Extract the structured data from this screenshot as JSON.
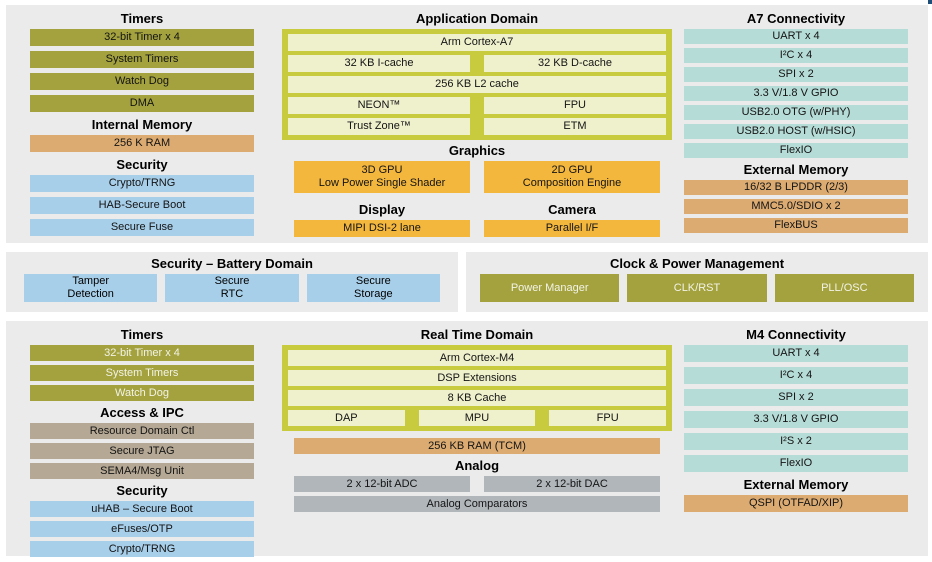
{
  "colors": {
    "panel_bg": "#ebebeb",
    "olive": "#a3a23e",
    "tan": "#dcab72",
    "light_blue": "#a8cfea",
    "teal": "#b6dcd7",
    "container_green": "#c9cb3e",
    "pale_yellow": "#eff0cc",
    "orange": "#f4b73e",
    "gray": "#b0b6ba",
    "taupe": "#b5a894"
  },
  "top": {
    "timers": {
      "header": "Timers",
      "items": [
        "32-bit Timer x 4",
        "System Timers",
        "Watch Dog",
        "DMA"
      ]
    },
    "internal_memory": {
      "header": "Internal Memory",
      "items": [
        "256 K RAM"
      ]
    },
    "security": {
      "header": "Security",
      "items": [
        "Crypto/TRNG",
        "HAB-Secure Boot",
        "Secure Fuse"
      ]
    },
    "application_domain": {
      "header": "Application Domain",
      "core": "Arm Cortex-A7",
      "row2": [
        "32 KB I-cache",
        "32 KB D-cache"
      ],
      "l2": "256 KB L2 cache",
      "row4": [
        "NEON™",
        "FPU"
      ],
      "row5": [
        "Trust Zone™",
        "ETM"
      ]
    },
    "graphics": {
      "header": "Graphics",
      "gpu3d": "3D GPU\nLow Power Single Shader",
      "gpu2d": "2D GPU\nComposition Engine"
    },
    "display": {
      "header": "Display",
      "item": "MIPI DSI-2 lane"
    },
    "camera": {
      "header": "Camera",
      "item": "Parallel I/F"
    },
    "a7_connectivity": {
      "header": "A7 Connectivity",
      "items": [
        "UART x 4",
        "I²C x 4",
        "SPI x 2",
        "3.3 V/1.8 V GPIO",
        "USB2.0 OTG (w/PHY)",
        "USB2.0 HOST (w/HSIC)",
        "FlexIO"
      ]
    },
    "external_memory": {
      "header": "External Memory",
      "items": [
        "16/32 B LPDDR (2/3)",
        "MMC5.0/SDIO x 2",
        "FlexBUS"
      ]
    }
  },
  "middle": {
    "security_battery": {
      "header": "Security – Battery Domain",
      "items": [
        "Tamper\nDetection",
        "Secure\nRTC",
        "Secure\nStorage"
      ]
    },
    "clock_power": {
      "header": "Clock & Power Management",
      "items": [
        "Power Manager",
        "CLK/RST",
        "PLL/OSC"
      ]
    }
  },
  "bottom": {
    "timers": {
      "header": "Timers",
      "items": [
        "32-bit Timer x 4",
        "System Timers",
        "Watch Dog"
      ]
    },
    "access_ipc": {
      "header": "Access & IPC",
      "items": [
        "Resource Domain Ctl",
        "Secure JTAG",
        "SEMA4/Msg Unit"
      ]
    },
    "security": {
      "header": "Security",
      "items": [
        "uHAB – Secure Boot",
        "eFuses/OTP",
        "Crypto/TRNG"
      ]
    },
    "real_time_domain": {
      "header": "Real Time Domain",
      "core": "Arm Cortex-M4",
      "dsp": "DSP Extensions",
      "cache": "8 KB Cache",
      "row4": [
        "DAP",
        "MPU",
        "FPU"
      ]
    },
    "ram_tcm": "256 KB RAM (TCM)",
    "analog": {
      "header": "Analog",
      "row": [
        "2 x 12-bit ADC",
        "2 x 12-bit DAC"
      ],
      "full": "Analog Comparators"
    },
    "m4_connectivity": {
      "header": "M4 Connectivity",
      "items": [
        "UART x 4",
        "I²C x 4",
        "SPI x 2",
        "3.3 V/1.8 V GPIO",
        "I²S x 2",
        "FlexIO"
      ]
    },
    "external_memory": {
      "header": "External Memory",
      "items": [
        "QSPI (OTFAD/XIP)"
      ]
    }
  }
}
